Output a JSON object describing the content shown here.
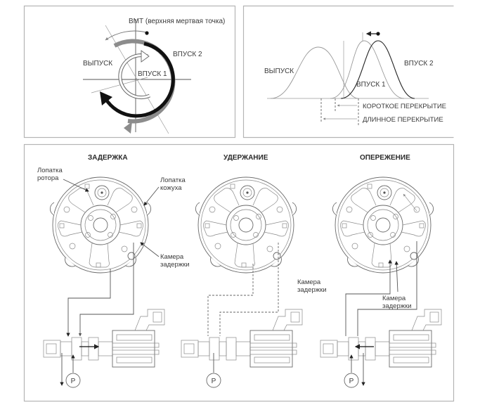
{
  "panels": {
    "cycle": {
      "tdc_label": "ВМТ (верхняя мертвая точка)",
      "exhaust_label": "ВЫПУСК",
      "intake1_label": "ВПУСК 1",
      "intake2_label": "ВПУСК 2"
    },
    "overlap": {
      "exhaust_label": "ВЫПУСК",
      "intake1_label": "ВПУСК 1",
      "intake2_label": "ВПУСК 2",
      "short_overlap_label": "КОРОТКОЕ ПЕРЕКРЫТИЕ",
      "long_overlap_label": "ДЛИННОЕ ПЕРЕКРЫТИЕ"
    },
    "states": [
      {
        "title": "ЗАДЕРЖКА",
        "labels": [
          "Лопатка",
          "ротора",
          "Лопатка",
          "кожуха",
          "Камера",
          "задержки"
        ],
        "pressure_label": "P"
      },
      {
        "title": "УДЕРЖАНИЕ",
        "labels": [
          "Камера",
          "задержки"
        ],
        "pressure_label": "P"
      },
      {
        "title": "ОПЕРЕЖЕНИЕ",
        "labels": [
          "Камера",
          "задержки"
        ],
        "pressure_label": "P"
      }
    ]
  },
  "colors": {
    "frame": "#b4b4b4",
    "line": "#555555",
    "arrow_dark": "#111111",
    "arrow_gray": "#8c8c8c"
  }
}
